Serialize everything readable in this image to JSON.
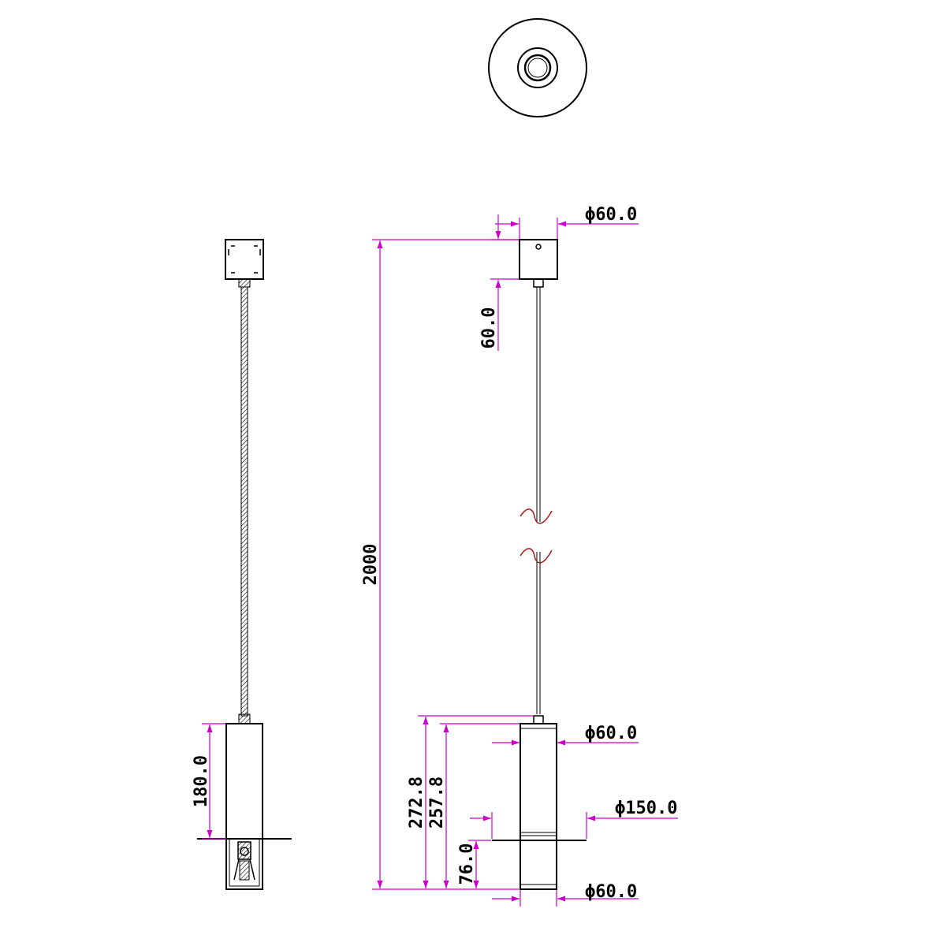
{
  "drawing": {
    "dimensions": {
      "canopy_diameter": "ϕ60.0",
      "canopy_height": "60.0",
      "cable_length": "2000",
      "body_diameter_top": "ϕ60.0",
      "body_height_side": "180.0",
      "overall_body_height": "272.8",
      "body_tube_height": "257.8",
      "flange_diameter": "ϕ150.0",
      "lower_section_height": "76.0",
      "body_diameter_bottom": "ϕ60.0"
    }
  },
  "colors": {
    "outline": "#000000",
    "dimension_line": "#cc00cc",
    "break_mark": "#b01818"
  }
}
